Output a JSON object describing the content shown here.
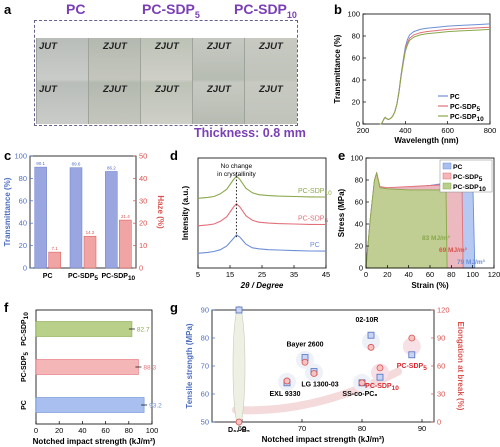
{
  "panels": {
    "a": "a",
    "b": "b",
    "c": "c",
    "d": "d",
    "e": "e",
    "f": "f",
    "g": "g"
  },
  "panel_a": {
    "titles": [
      "PC",
      "PC-SDP",
      "PC-SDP"
    ],
    "title_subs": [
      "",
      "5",
      "10"
    ],
    "photo_text": "ZJUT",
    "partial_text": "JUT",
    "thickness_label": "Thickness: 0.8 mm"
  },
  "colors": {
    "pc": "#6d8fd6",
    "sdp5": "#e36f7a",
    "sdp10": "#8aa84b",
    "haze": "#d9534f",
    "trans": "#4f6fc1",
    "tensile": "#4f6fc1",
    "elong": "#d9534f"
  },
  "chart_data": [
    {
      "panel": "b",
      "type": "line",
      "xlabel": "Wavelength (nm)",
      "ylabel": "Transmittance (%)",
      "xlim": [
        200,
        800
      ],
      "ylim": [
        0,
        100
      ],
      "xticks": [
        200,
        400,
        600,
        800
      ],
      "yticks": [
        0,
        20,
        40,
        60,
        80,
        100
      ],
      "legend_position": "bottom-right",
      "series": [
        {
          "name": "PC",
          "sub": "",
          "x": [
            280,
            285,
            290,
            295,
            300,
            305,
            310,
            320,
            330,
            340,
            350,
            360,
            370,
            380,
            390,
            400,
            410,
            420,
            440,
            470,
            500,
            550,
            600,
            650,
            700,
            750,
            800
          ],
          "y": [
            0,
            0,
            1,
            3,
            5,
            6,
            5,
            4,
            5,
            7,
            11,
            18,
            30,
            45,
            58,
            70,
            77,
            81,
            84,
            86,
            87,
            88,
            89,
            89.5,
            90,
            90.5,
            91
          ]
        },
        {
          "name": "PC-SDP",
          "sub": "5",
          "x": [
            280,
            285,
            290,
            295,
            300,
            305,
            310,
            320,
            330,
            340,
            350,
            360,
            370,
            380,
            390,
            400,
            410,
            420,
            440,
            470,
            500,
            550,
            600,
            650,
            700,
            750,
            800
          ],
          "y": [
            0,
            0,
            1,
            3,
            5,
            6,
            5,
            4,
            5,
            7,
            11,
            18,
            29,
            44,
            56,
            67,
            74,
            78,
            81,
            83,
            84,
            85,
            86,
            86.5,
            87,
            87.5,
            88
          ]
        },
        {
          "name": "PC-SDP",
          "sub": "10",
          "x": [
            280,
            285,
            290,
            295,
            300,
            305,
            310,
            320,
            330,
            340,
            350,
            360,
            370,
            380,
            390,
            400,
            410,
            420,
            440,
            470,
            500,
            550,
            600,
            650,
            700,
            750,
            800
          ],
          "y": [
            0,
            0,
            1,
            3,
            5,
            6,
            5,
            4,
            5,
            7,
            11,
            18,
            29,
            43,
            55,
            66,
            72,
            76,
            79,
            81,
            82,
            83,
            84,
            84.5,
            85,
            85.5,
            86
          ]
        }
      ]
    },
    {
      "panel": "c",
      "type": "bar",
      "categories": [
        "PC",
        "PC-SDP",
        "PC-SDP"
      ],
      "category_subs": [
        "",
        "5",
        "10"
      ],
      "ylabel_left": "Transmittance (%)",
      "ylabel_right": "Haze (%)",
      "ylim_left": [
        0,
        100
      ],
      "ylim_right": [
        0,
        50
      ],
      "yticks_left": [
        0,
        20,
        40,
        60,
        80,
        100
      ],
      "yticks_right": [
        0,
        10,
        20,
        30,
        40,
        50
      ],
      "series": [
        {
          "axis": "left",
          "values": [
            90.1,
            89.6,
            86.2
          ]
        },
        {
          "axis": "right",
          "values": [
            7.1,
            14.2,
            21.4
          ]
        }
      ]
    },
    {
      "panel": "d",
      "type": "line",
      "xlabel": "2θ / Degree",
      "ylabel": "Intensity (a.u.)",
      "xlim": [
        5,
        45
      ],
      "xticks": [
        5,
        15,
        25,
        35,
        45
      ],
      "annotation": "No change\nin crystallinity",
      "series": [
        {
          "name": "PC",
          "sub": "",
          "x": [
            5,
            8,
            10,
            12,
            14,
            16,
            17,
            18,
            19,
            20,
            22,
            24,
            27,
            30,
            35,
            40,
            45
          ],
          "y": [
            8,
            8.5,
            9,
            10,
            12,
            16,
            18,
            17,
            15,
            13,
            11,
            10.5,
            10,
            9.8,
            9.5,
            9.3,
            9.2
          ]
        },
        {
          "name": "PC-SDP",
          "sub": "5",
          "x": [
            5,
            8,
            10,
            12,
            14,
            16,
            17,
            18,
            19,
            20,
            22,
            24,
            27,
            30,
            35,
            40,
            45
          ],
          "y": [
            23,
            23.5,
            24,
            25.5,
            28,
            33,
            35,
            33.5,
            31,
            28.5,
            26,
            25,
            24.5,
            24.2,
            24,
            23.8,
            23.7
          ]
        },
        {
          "name": "PC-SDP",
          "sub": "10",
          "x": [
            5,
            8,
            10,
            12,
            14,
            16,
            17,
            18,
            19,
            20,
            22,
            24,
            27,
            30,
            35,
            40,
            45
          ],
          "y": [
            38,
            38.5,
            39,
            40.5,
            43,
            48,
            50,
            48.5,
            46,
            43.5,
            41,
            40,
            39.5,
            39.2,
            39,
            38.8,
            38.7
          ]
        }
      ]
    },
    {
      "panel": "e",
      "type": "line",
      "xlabel": "Strain (%)",
      "ylabel": "Stress (MPa)",
      "xlim": [
        0,
        120
      ],
      "ylim": [
        0,
        100
      ],
      "xticks": [
        0,
        20,
        40,
        60,
        80,
        100,
        120
      ],
      "yticks": [
        0,
        20,
        40,
        60,
        80,
        100
      ],
      "legend_position": "top-right",
      "annotations": [
        "83 MJ/m³",
        "69 MJ/m³",
        "79 MJ/m³"
      ],
      "series": [
        {
          "name": "PC",
          "sub": "",
          "x": [
            0,
            4,
            8,
            10,
            13,
            20,
            40,
            60,
            80,
            95,
            100,
            102
          ],
          "y": [
            0,
            45,
            80,
            86,
            73,
            72,
            73,
            75,
            78,
            82,
            83,
            0
          ]
        },
        {
          "name": "PC-SDP",
          "sub": "5",
          "x": [
            0,
            4,
            8,
            10,
            13,
            20,
            40,
            60,
            80,
            88,
            90,
            91
          ],
          "y": [
            0,
            45,
            80,
            87,
            74,
            73,
            74,
            75,
            76,
            77,
            76,
            0
          ]
        },
        {
          "name": "PC-SDP",
          "sub": "10",
          "x": [
            0,
            4,
            8,
            10,
            13,
            20,
            40,
            60,
            70,
            75,
            76
          ],
          "y": [
            0,
            45,
            80,
            86,
            73,
            72,
            71,
            71,
            71,
            72,
            0
          ]
        }
      ]
    },
    {
      "panel": "f",
      "type": "bar",
      "orientation": "horizontal",
      "categories": [
        "PC",
        "PC-SDP",
        "PC-SDP"
      ],
      "category_subs": [
        "",
        "5",
        "10"
      ],
      "values": [
        93.2,
        88.3,
        82.7
      ],
      "xlabel": "Notched impact strength (kJ/m²)",
      "xlim": [
        0,
        100
      ],
      "xticks": [
        0,
        20,
        40,
        60,
        80,
        100
      ]
    },
    {
      "panel": "g",
      "type": "scatter",
      "xlabel": "Notched impact strength (kJ/m²)",
      "ylabel_left": "Tensile strength (MPa)",
      "ylabel_right": "Elongation at break (%)",
      "xlim": [
        55,
        92
      ],
      "xticks": [
        60,
        70,
        80,
        90
      ],
      "ylim_left": [
        50,
        90
      ],
      "yticks_left": [
        50,
        60,
        70,
        80,
        90
      ],
      "ylim_right": [
        0,
        120
      ],
      "yticks_right": [
        0,
        30,
        60,
        90,
        120
      ],
      "points": [
        {
          "label": "D₃₂-B₅",
          "x": 59.5,
          "y_tensile": 90,
          "y_elong": 0
        },
        {
          "label": "EXL 9330",
          "x": 67.5,
          "y_tensile": 64,
          "y_elong": 44
        },
        {
          "label": "Bayer 2600",
          "x": 70.5,
          "y_tensile": 73,
          "y_elong": 64
        },
        {
          "label": "LG 1300-03",
          "x": 72,
          "y_tensile": 68,
          "y_elong": 52
        },
        {
          "label": "02-10R",
          "x": 81.5,
          "y_tensile": 81,
          "y_elong": 80
        },
        {
          "label": "SS-co-PC₈",
          "x": 80,
          "y_tensile": 64,
          "y_elong": 42
        },
        {
          "label": "PC-SDP",
          "sub": "10",
          "x": 83,
          "y_tensile": 66,
          "y_elong": 58
        },
        {
          "label": "PC-SDP",
          "sub": "5",
          "x": 88.3,
          "y_tensile": 74,
          "y_elong": 90
        }
      ]
    }
  ]
}
